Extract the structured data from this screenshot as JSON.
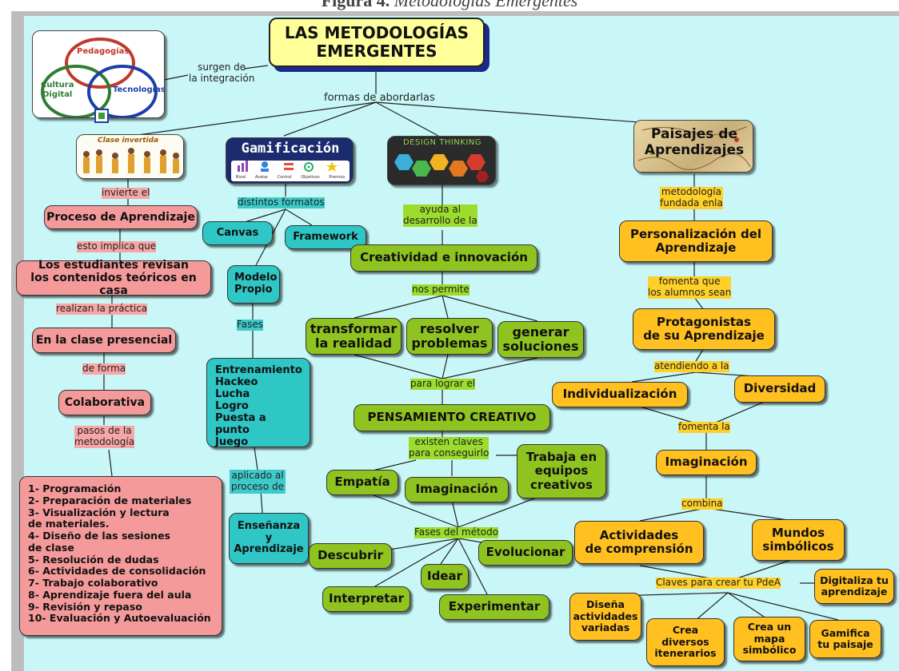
{
  "caption": {
    "label": "Figura 4.",
    "title": "Metodologías Emergentes"
  },
  "root": "LAS METODOLOGÍAS\nEMERGENTES",
  "venn": {
    "a": "Pedagogías",
    "b": "Cultura\nDigital",
    "c": "Tecnologías",
    "link": "surgen de\nla integración"
  },
  "branch_label": "formas de abordarlas",
  "flipped": {
    "image_title": "Clase invertida",
    "l1": "invierte el",
    "n1": "Proceso de Aprendizaje",
    "l2": "esto implica que",
    "n2": "Los estudiantes revisan\nlos contenidos teóricos en casa",
    "l3": "realizan la práctica",
    "n3": "En la clase presencial",
    "l4": "de forma",
    "n4": "Colaborativa",
    "l5": "pasos de la\nmetodología",
    "steps": "1- Programación\n2- Preparación de materiales\n3- Visualización y lectura\nde materiales.\n4- Diseño de las sesiones\nde clase\n5- Resolución de dudas\n6- Actividades de consolidación\n7- Trabajo colaborativo\n8- Aprendizaje fuera del aula\n9- Revisión y repaso\n10- Evaluación y Autoevaluación"
  },
  "gamification": {
    "banner": "Gamificación",
    "banner_icons": [
      "Nivel",
      "Avatar",
      "Control",
      "Objetivos",
      "Premios"
    ],
    "l1": "distintos formatos",
    "canvas": "Canvas",
    "framework": "Framework",
    "modelo": "Modelo\nPropio",
    "l2": "Fases",
    "phases": "Entrenamiento\nHackeo\nLucha\nLogro\nPuesta a punto\nJuego",
    "l3": "aplicado al\nproceso de",
    "ense": "Enseñanza\ny\nAprendizaje"
  },
  "design": {
    "banner": "DESIGN THINKING",
    "l1": "ayuda al\ndesarrollo de la",
    "n1": "Creatividad e innovación",
    "l2": "nos permite",
    "a": "transformar\nla realidad",
    "b": "resolver\nproblemas",
    "c": "generar\nsoluciones",
    "l3": "para lograr el",
    "n2": "PENSAMIENTO CREATIVO",
    "l4": "existen claves\npara conseguirlo",
    "empatia": "Empatía",
    "imaginacion": "Imaginación",
    "trabaja": "Trabaja en\nequipos\ncreativos",
    "l5": "Fases del método",
    "descubrir": "Descubrir",
    "evolucionar": "Evolucionar",
    "idear": "Idear",
    "interpretar": "Interpretar",
    "experimentar": "Experimentar"
  },
  "paisajes": {
    "banner": "Paisajes de\nAprendizajes",
    "l1": "metodología\nfundada enla",
    "n1": "Personalización del\nAprendizaje",
    "l2": "fomenta que\nlos alumnos sean",
    "n2": "Protagonistas\nde su Aprendizaje",
    "l3": "atendiendo a la",
    "indiv": "Individualización",
    "diversidad": "Diversidad",
    "l4": "fomenta la",
    "imag": "Imaginación",
    "l5": "combina",
    "actividades": "Actividades\nde comprensión",
    "mundos": "Mundos\nsimbólicos",
    "l6": "Claves para crear tu PdeA",
    "digitaliza": "Digitaliza tu\naprendizaje",
    "disena": "Diseña\nactividades\nvariadas",
    "crea_div": "Crea\ndiversos\nitenerarios",
    "crea_mapa": "Crea un\nmapa\nsimbólico",
    "gamifica": "Gamifica\ntu paisaje"
  },
  "colors": {
    "bg": "#c9f7f7",
    "green": "#8fc31f",
    "orange": "#ffc020",
    "pink": "#f59a9a",
    "teal": "#2fc6c6",
    "root": "#ffff99"
  }
}
